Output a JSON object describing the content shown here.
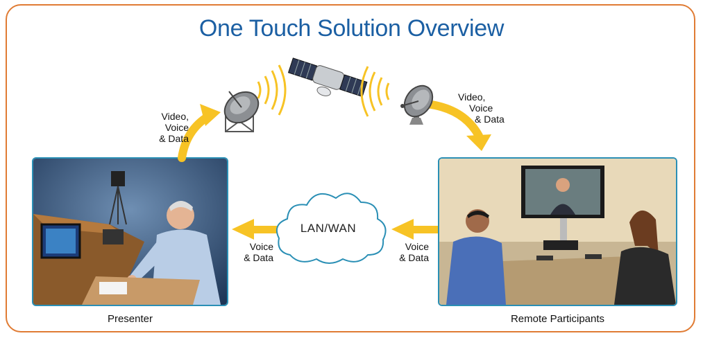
{
  "title": "One Touch Solution Overview",
  "labels": {
    "uplink": [
      "Video,",
      "Voice",
      "& Data"
    ],
    "downlink": [
      "Video,",
      "Voice",
      "& Data"
    ],
    "lan_left": [
      "Voice",
      "& Data"
    ],
    "lan_right": [
      "Voice",
      "& Data"
    ],
    "cloud": "LAN/WAN"
  },
  "captions": {
    "presenter": "Presenter",
    "remote": "Remote Participants"
  },
  "icons": [
    "satellite-dish-icon",
    "satellite-icon",
    "receiver-dish-icon",
    "cloud-icon",
    "signal-wave-icon"
  ],
  "colors": {
    "frame": "#e07b33",
    "title": "#1b5fa3",
    "arrow": "#f7c325",
    "photo_border": "#2a8fb5"
  }
}
